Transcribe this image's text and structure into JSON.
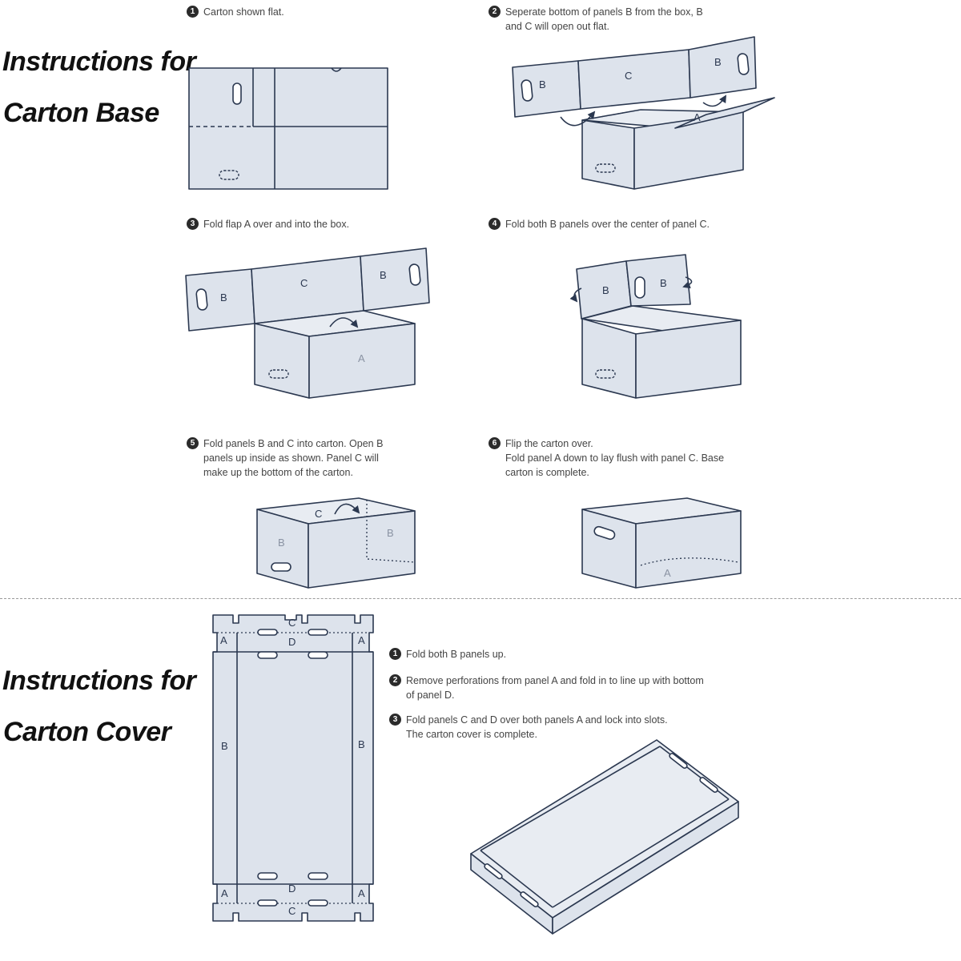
{
  "headings": {
    "base_line1": "Instructions for",
    "base_line2": "Carton Base",
    "cover_line1": "Instructions for",
    "cover_line2": "Carton Cover"
  },
  "base_steps": [
    {
      "number": "1",
      "text": "Carton shown flat."
    },
    {
      "number": "2",
      "text": "Seperate bottom of panels B from the box, B\nand C will open out flat."
    },
    {
      "number": "3",
      "text": "Fold flap A over and into the box."
    },
    {
      "number": "4",
      "text": "Fold both B panels over the center of panel C."
    },
    {
      "number": "5",
      "text": "Fold panels B and C into carton. Open B\npanels up inside as shown. Panel C will\nmake up the bottom of the carton."
    },
    {
      "number": "6",
      "text": "Flip the carton over.\nFold panel A down to lay flush with panel C. Base\ncarton is complete."
    }
  ],
  "cover_steps": [
    {
      "number": "1",
      "text": "Fold both B panels up."
    },
    {
      "number": "2",
      "text": "Remove perforations from panel A and fold in to line up    with bottom\nof panel D."
    },
    {
      "number": "3",
      "text": "Fold panels C and D over both panels A and lock into slots.\nThe carton cover is complete."
    }
  ],
  "panel_labels": {
    "a": "A",
    "b": "B",
    "c": "C",
    "d": "D"
  },
  "colors": {
    "panel_fill": "#dde3ec",
    "outline": "#2b3850",
    "divider": "#9a9a9a"
  }
}
